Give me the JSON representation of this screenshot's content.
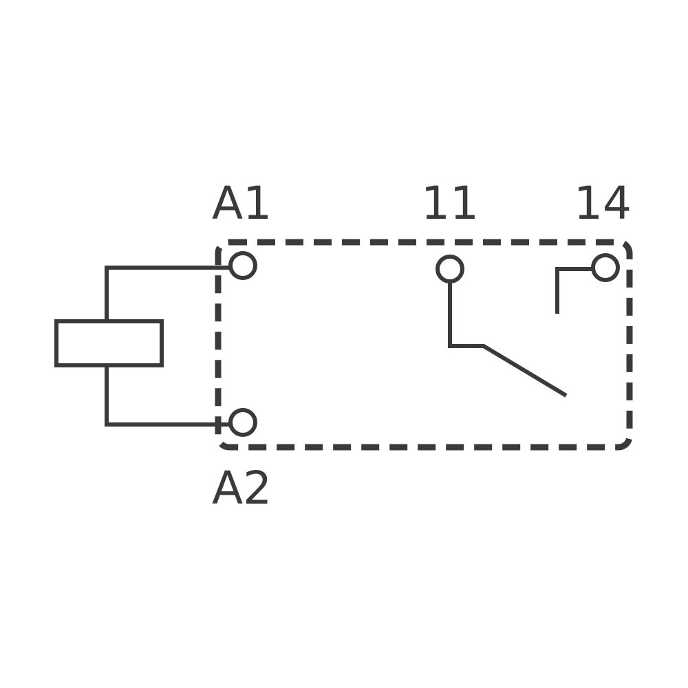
{
  "diagram": {
    "colors": {
      "stroke": "#3a3a3a",
      "background": "#ffffff"
    },
    "terminals": {
      "a1": {
        "label": "A1"
      },
      "a2": {
        "label": "A2"
      },
      "t11": {
        "label": "11"
      },
      "t14": {
        "label": "14"
      }
    }
  }
}
